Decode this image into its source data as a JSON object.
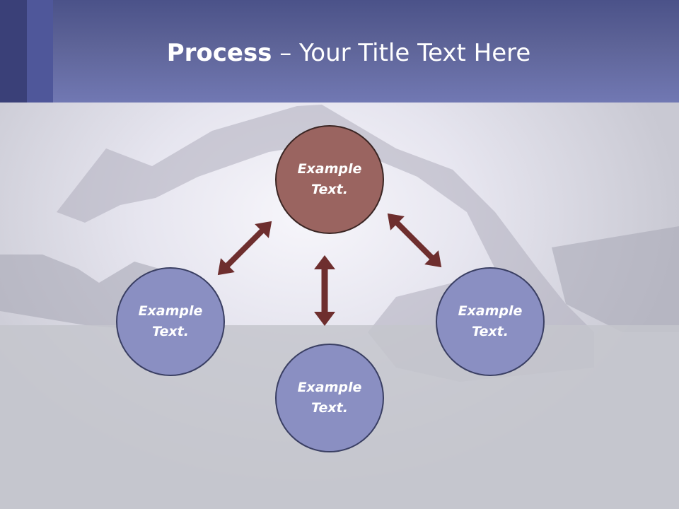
{
  "title": {
    "bold": "Process",
    "rest": " – Your Title Text Here"
  },
  "nodes": {
    "top": "Example Text.",
    "left": "Example Text.",
    "right": "Example Text.",
    "bottom": "Example Text."
  },
  "colors": {
    "header": "#6f76b0",
    "center_node": "#9a6460",
    "outer_node": "#8a8fc2",
    "arrow": "#6e2e2e"
  }
}
